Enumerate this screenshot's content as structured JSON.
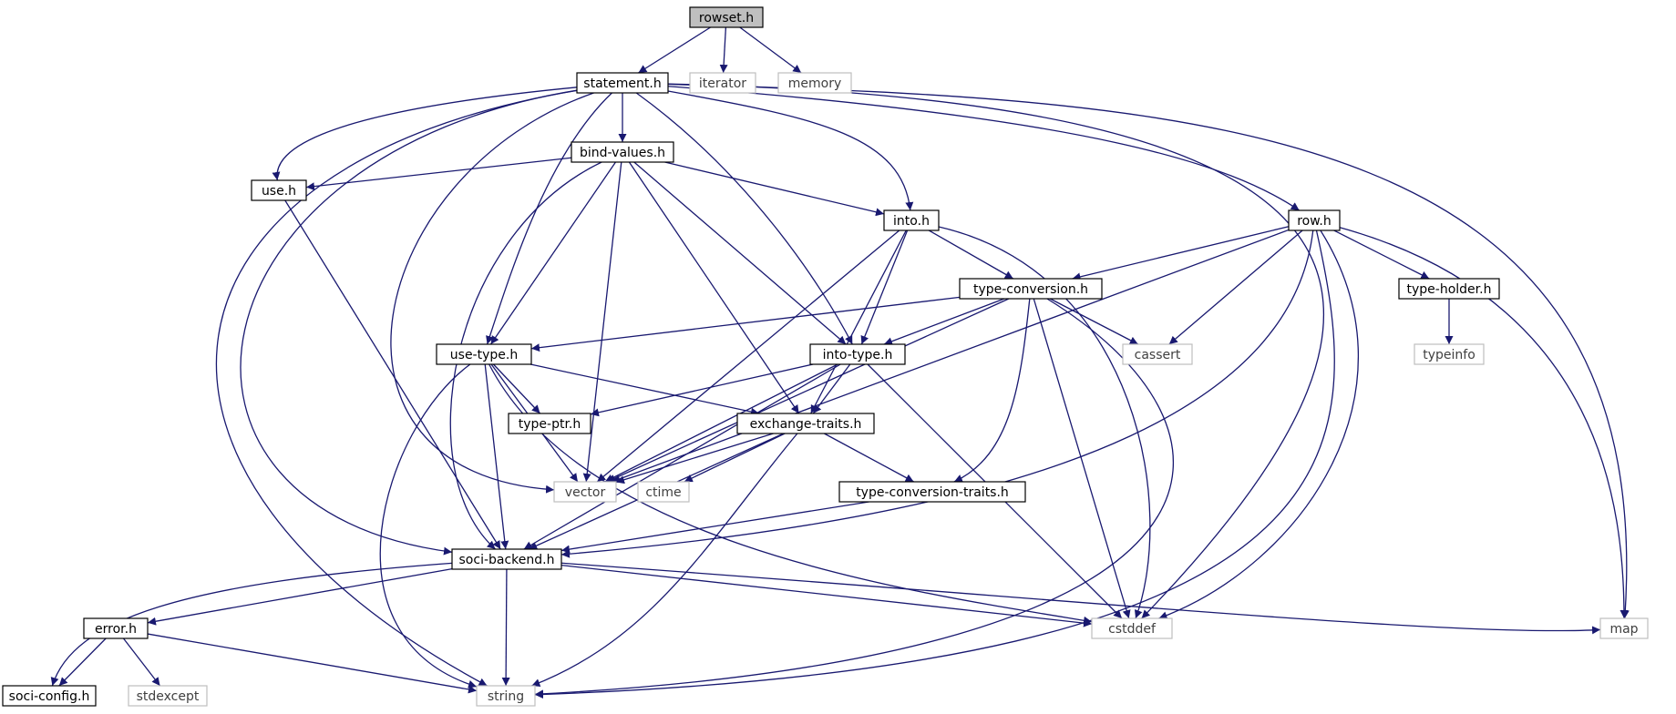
{
  "colors": {
    "edge": "#191970",
    "local_border": "#000000",
    "system_border": "#bfbfbf",
    "root_fill": "#bfbfbf",
    "fill": "#ffffff",
    "local_text": "#000000",
    "system_text": "#404040"
  },
  "nodes": [
    {
      "id": "rowset",
      "label": "rowset.h",
      "kind": "root"
    },
    {
      "id": "statement",
      "label": "statement.h",
      "kind": "local"
    },
    {
      "id": "iterator",
      "label": "iterator",
      "kind": "system"
    },
    {
      "id": "memory",
      "label": "memory",
      "kind": "system"
    },
    {
      "id": "bind_values",
      "label": "bind-values.h",
      "kind": "local"
    },
    {
      "id": "use",
      "label": "use.h",
      "kind": "local"
    },
    {
      "id": "into",
      "label": "into.h",
      "kind": "local"
    },
    {
      "id": "row",
      "label": "row.h",
      "kind": "local"
    },
    {
      "id": "type_conversion",
      "label": "type-conversion.h",
      "kind": "local"
    },
    {
      "id": "type_holder",
      "label": "type-holder.h",
      "kind": "local"
    },
    {
      "id": "use_type",
      "label": "use-type.h",
      "kind": "local"
    },
    {
      "id": "into_type",
      "label": "into-type.h",
      "kind": "local"
    },
    {
      "id": "cassert",
      "label": "cassert",
      "kind": "system"
    },
    {
      "id": "typeinfo",
      "label": "typeinfo",
      "kind": "system"
    },
    {
      "id": "type_ptr",
      "label": "type-ptr.h",
      "kind": "local"
    },
    {
      "id": "exchange_traits",
      "label": "exchange-traits.h",
      "kind": "local"
    },
    {
      "id": "vector",
      "label": "vector",
      "kind": "system"
    },
    {
      "id": "ctime",
      "label": "ctime",
      "kind": "system"
    },
    {
      "id": "type_conversion_traits",
      "label": "type-conversion-traits.h",
      "kind": "local"
    },
    {
      "id": "soci_backend",
      "label": "soci-backend.h",
      "kind": "local"
    },
    {
      "id": "error",
      "label": "error.h",
      "kind": "local"
    },
    {
      "id": "cstddef",
      "label": "cstddef",
      "kind": "system"
    },
    {
      "id": "map",
      "label": "map",
      "kind": "system"
    },
    {
      "id": "soci_config",
      "label": "soci-config.h",
      "kind": "local"
    },
    {
      "id": "stdexcept",
      "label": "stdexcept",
      "kind": "system"
    },
    {
      "id": "string",
      "label": "string",
      "kind": "system"
    }
  ],
  "edges": [
    [
      "rowset",
      "statement"
    ],
    [
      "rowset",
      "iterator"
    ],
    [
      "rowset",
      "memory"
    ],
    [
      "statement",
      "bind_values"
    ],
    [
      "statement",
      "use"
    ],
    [
      "statement",
      "into"
    ],
    [
      "statement",
      "row"
    ],
    [
      "statement",
      "use_type"
    ],
    [
      "statement",
      "into_type"
    ],
    [
      "statement",
      "vector"
    ],
    [
      "statement",
      "soci_backend"
    ],
    [
      "statement",
      "string"
    ],
    [
      "statement",
      "cstddef"
    ],
    [
      "statement",
      "map"
    ],
    [
      "bind_values",
      "use"
    ],
    [
      "bind_values",
      "into"
    ],
    [
      "bind_values",
      "use_type"
    ],
    [
      "bind_values",
      "into_type"
    ],
    [
      "bind_values",
      "exchange_traits"
    ],
    [
      "bind_values",
      "vector"
    ],
    [
      "bind_values",
      "soci_backend"
    ],
    [
      "use",
      "soci_backend"
    ],
    [
      "into",
      "type_conversion"
    ],
    [
      "into",
      "into_type"
    ],
    [
      "into",
      "exchange_traits"
    ],
    [
      "into",
      "vector"
    ],
    [
      "into",
      "cstddef"
    ],
    [
      "row",
      "type_conversion"
    ],
    [
      "row",
      "type_holder"
    ],
    [
      "row",
      "cassert"
    ],
    [
      "row",
      "vector"
    ],
    [
      "row",
      "soci_backend"
    ],
    [
      "row",
      "cstddef"
    ],
    [
      "row",
      "map"
    ],
    [
      "row",
      "string"
    ],
    [
      "type_holder",
      "typeinfo"
    ],
    [
      "type_conversion",
      "use_type"
    ],
    [
      "type_conversion",
      "into_type"
    ],
    [
      "type_conversion",
      "cassert"
    ],
    [
      "type_conversion",
      "vector"
    ],
    [
      "type_conversion",
      "type_conversion_traits"
    ],
    [
      "type_conversion",
      "cstddef"
    ],
    [
      "type_conversion",
      "string"
    ],
    [
      "use_type",
      "type_ptr"
    ],
    [
      "use_type",
      "exchange_traits"
    ],
    [
      "use_type",
      "vector"
    ],
    [
      "use_type",
      "soci_backend"
    ],
    [
      "use_type",
      "cstddef"
    ],
    [
      "use_type",
      "string"
    ],
    [
      "into_type",
      "type_ptr"
    ],
    [
      "into_type",
      "exchange_traits"
    ],
    [
      "into_type",
      "vector"
    ],
    [
      "into_type",
      "soci_backend"
    ],
    [
      "into_type",
      "cstddef"
    ],
    [
      "exchange_traits",
      "vector"
    ],
    [
      "exchange_traits",
      "ctime"
    ],
    [
      "exchange_traits",
      "type_conversion_traits"
    ],
    [
      "exchange_traits",
      "soci_backend"
    ],
    [
      "exchange_traits",
      "string"
    ],
    [
      "type_conversion_traits",
      "soci_backend"
    ],
    [
      "soci_backend",
      "error"
    ],
    [
      "soci_backend",
      "soci_config"
    ],
    [
      "soci_backend",
      "string"
    ],
    [
      "soci_backend",
      "cstddef"
    ],
    [
      "soci_backend",
      "map"
    ],
    [
      "error",
      "soci_config"
    ],
    [
      "error",
      "stdexcept"
    ],
    [
      "error",
      "string"
    ]
  ]
}
